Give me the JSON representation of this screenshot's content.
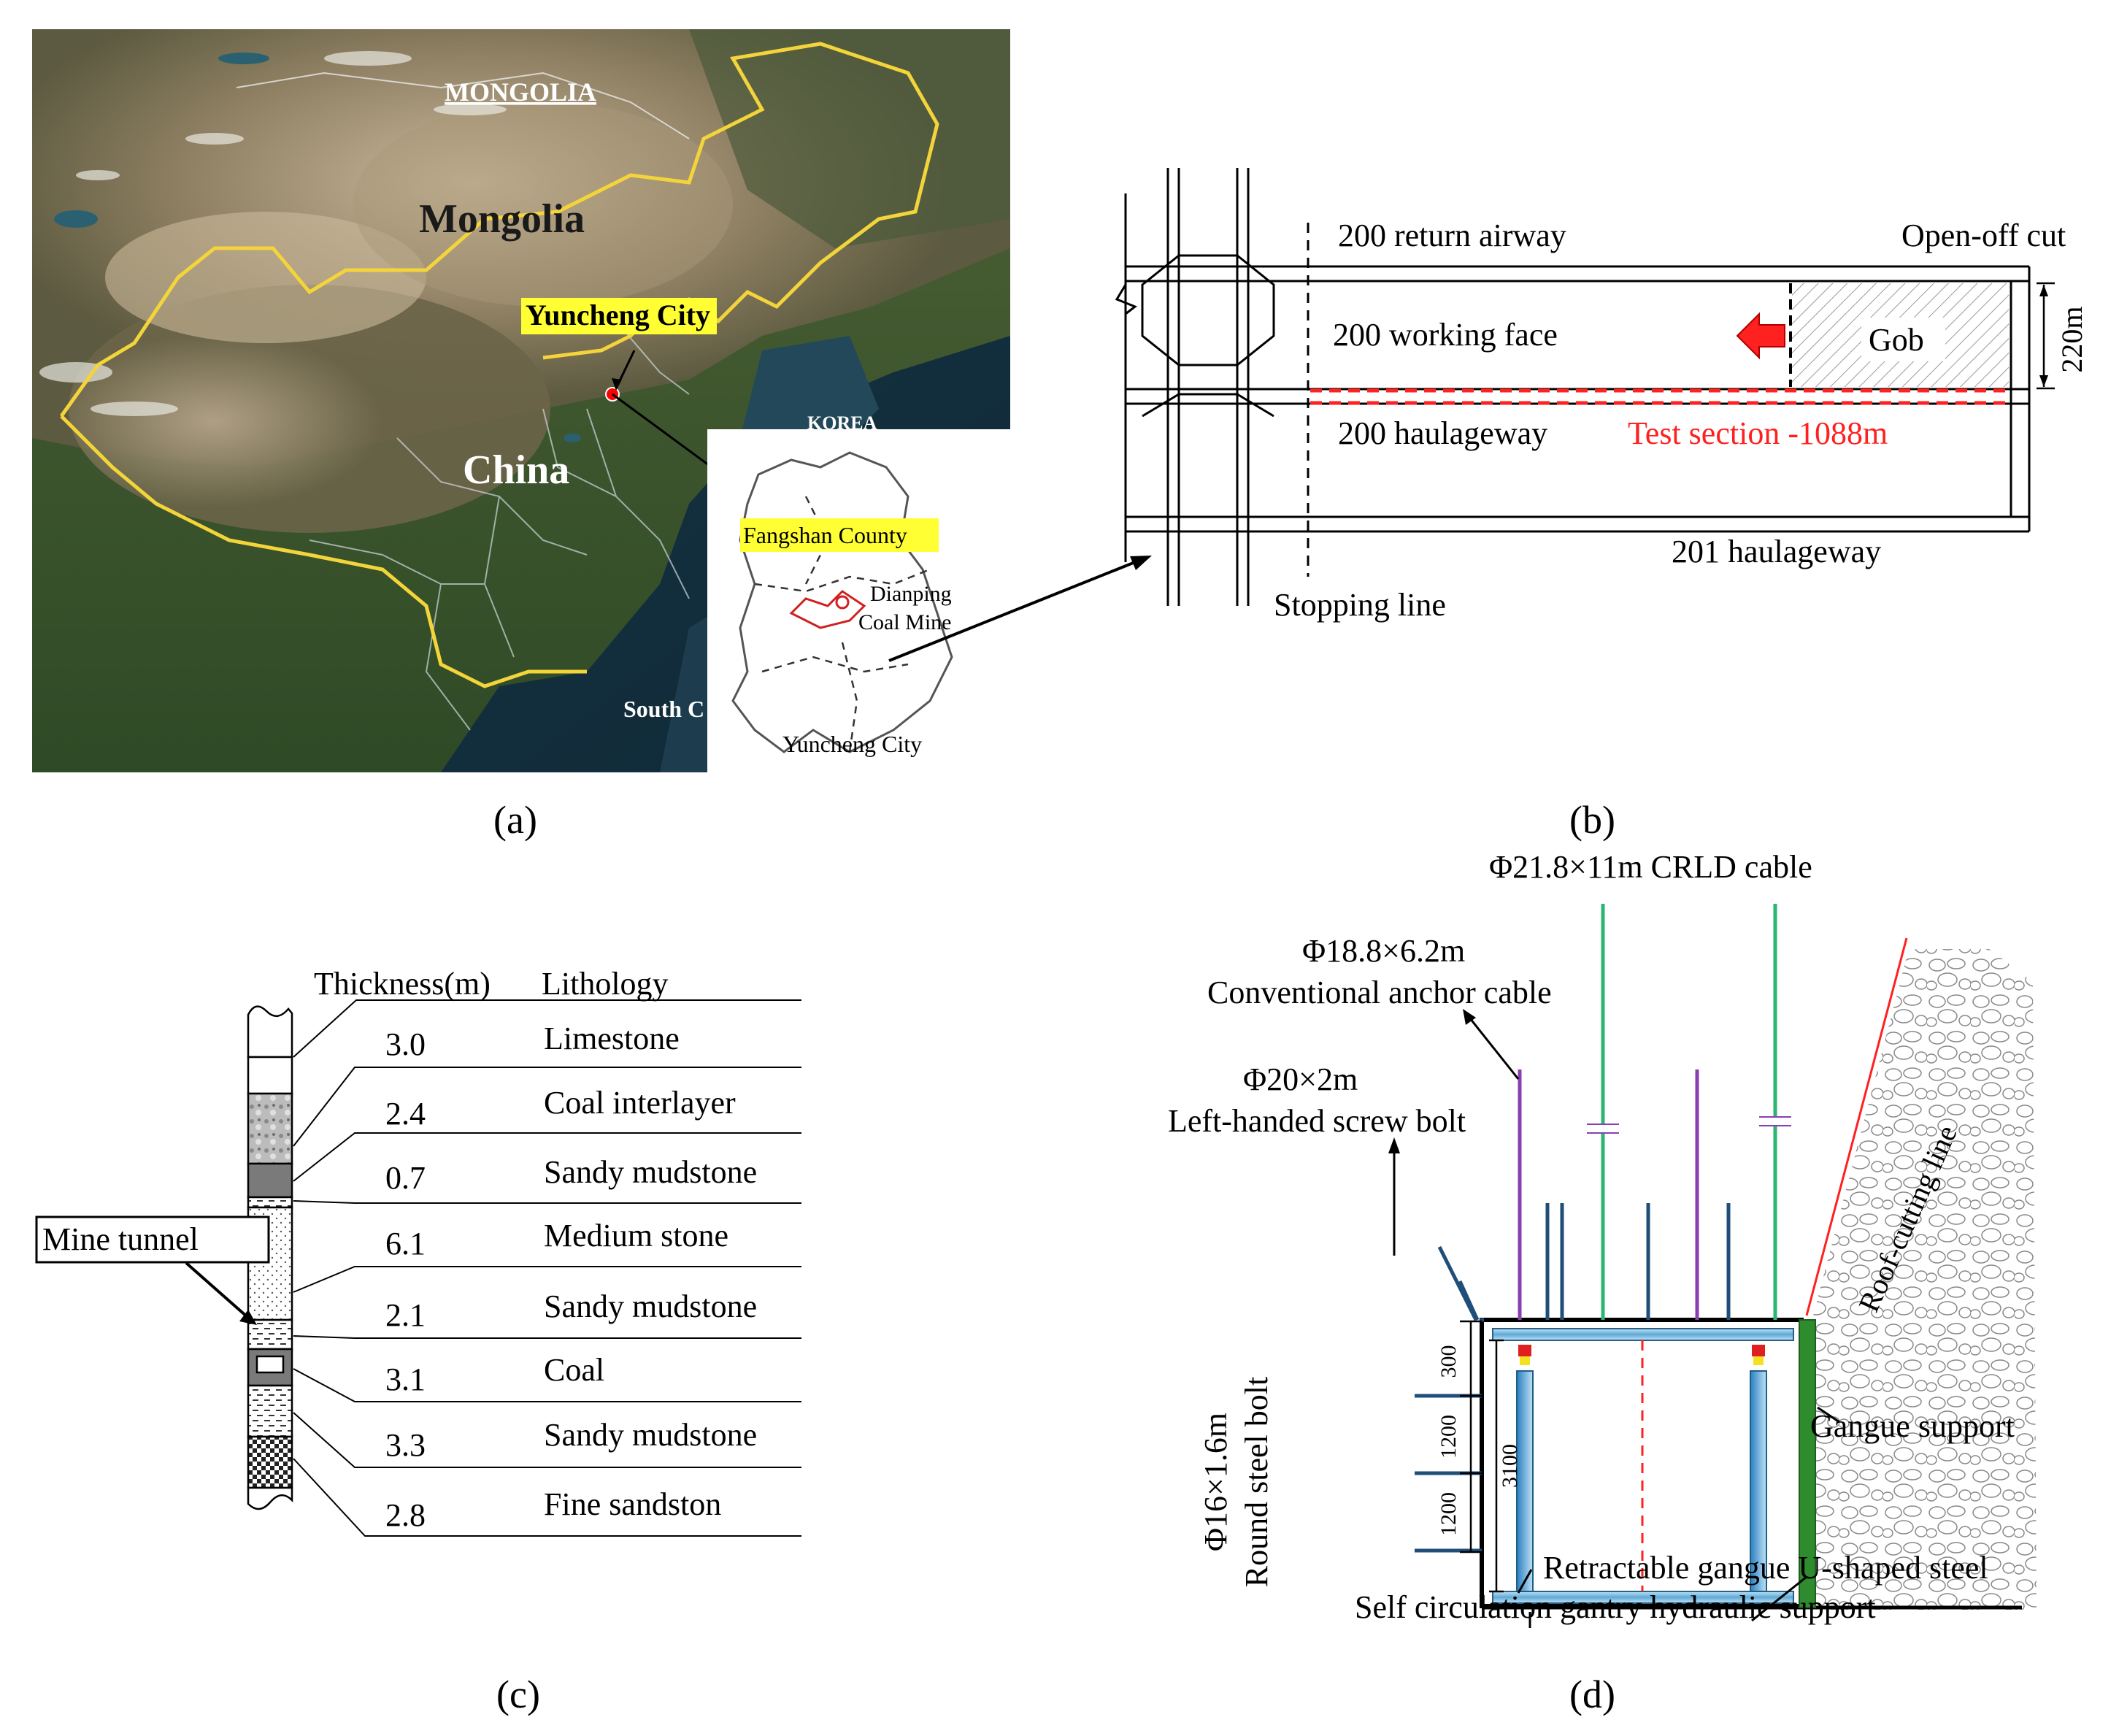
{
  "panel_labels": {
    "a": "(a)",
    "b": "(b)",
    "c": "(c)",
    "d": "(d)"
  },
  "map": {
    "mongolia_upper": "MONGOLIA",
    "mongolia": "Mongolia",
    "china": "China",
    "city_highlight": "Yuncheng City",
    "korea": "KOREA",
    "south_sea": "South C",
    "inset_county": "Fangshan County",
    "inset_mine_line1": "Dianping",
    "inset_mine_line2": "Coal Mine",
    "inset_city": "Yuncheng City",
    "highlight_color": "#ffff33",
    "border_color": "#f3d43a"
  },
  "layout_plan": {
    "return_airway": "200 return airway",
    "open_off_cut": "Open-off cut",
    "working_face": "200 working face",
    "gob": "Gob",
    "face_length": "220m",
    "haulageway_200": "200 haulageway",
    "test_section": "Test section -1088m",
    "haulageway_201": "201 haulageway",
    "stopping_line": "Stopping line",
    "accent_red": "#ff2020"
  },
  "column": {
    "header_thickness": "Thickness(m)",
    "header_lithology": "Lithology",
    "tunnel_label": "Mine tunnel",
    "layers": [
      {
        "thickness": "3.0",
        "lithology": "Limestone"
      },
      {
        "thickness": "2.4",
        "lithology": "Coal interlayer"
      },
      {
        "thickness": "0.7",
        "lithology": "Sandy mudstone"
      },
      {
        "thickness": "6.1",
        "lithology": "Medium stone"
      },
      {
        "thickness": "2.1",
        "lithology": "Sandy mudstone"
      },
      {
        "thickness": "3.1",
        "lithology": "Coal"
      },
      {
        "thickness": "3.3",
        "lithology": "Sandy mudstone"
      },
      {
        "thickness": "2.8",
        "lithology": "Fine sandston"
      }
    ]
  },
  "support": {
    "crld_cable": "Φ21.8×11m CRLD cable",
    "anchor_line1": "Φ18.8×6.2m",
    "anchor_line2": "Conventional anchor cable",
    "bolt_line1": "Φ20×2m",
    "bolt_line2": "Left-handed screw bolt",
    "roof_cutting": "Roof-cutting line",
    "gangue_support": "Gangue support",
    "round_bolt_line1": "Φ16×1.6m",
    "round_bolt_line2": "Round steel bolt",
    "dim_300": "300",
    "dim_1200a": "1200",
    "dim_1200b": "1200",
    "dim_3100": "3100",
    "u_steel": "Retractable gangue U-shaped steel",
    "gantry": "Self circulation gantry hydraulic support",
    "cable_color": "#2bb673",
    "anchor_color": "#8a3fb0",
    "bolt_color": "#1f4e79",
    "gangue_color": "#2e8b2e"
  }
}
